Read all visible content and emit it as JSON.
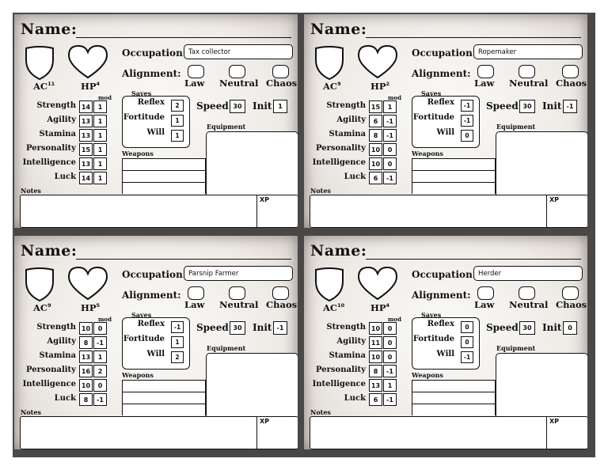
{
  "labels": {
    "name": "Name:",
    "occupation": "Occupation:",
    "alignment": "Alignment:",
    "law": "Law",
    "neutral": "Neutral",
    "chaos": "Chaos",
    "ac": "AC",
    "hp": "HP",
    "mod": "mod",
    "saves": "Saves",
    "speed": "Speed",
    "init": "Init",
    "equipment": "Equipment",
    "weapons": "Weapons",
    "notes": "Notes",
    "xp": "XP",
    "stats": [
      "Strength",
      "Agility",
      "Stamina",
      "Personality",
      "Intelligence",
      "Luck"
    ],
    "save_names": [
      "Reflex",
      "Fortitude",
      "Will"
    ]
  },
  "cards": [
    {
      "occupation": "Tax collector",
      "ac": "11",
      "hp": "4",
      "stats": [
        [
          "14",
          "1"
        ],
        [
          "13",
          "1"
        ],
        [
          "13",
          "1"
        ],
        [
          "15",
          "1"
        ],
        [
          "13",
          "1"
        ],
        [
          "14",
          "1"
        ]
      ],
      "saves": [
        "2",
        "1",
        "1"
      ],
      "speed": "30",
      "init": "1"
    },
    {
      "occupation": "Ropemaker",
      "ac": "9",
      "hp": "2",
      "stats": [
        [
          "15",
          "1"
        ],
        [
          "6",
          "-1"
        ],
        [
          "8",
          "-1"
        ],
        [
          "10",
          "0"
        ],
        [
          "10",
          "0"
        ],
        [
          "6",
          "-1"
        ]
      ],
      "saves": [
        "-1",
        "-1",
        "0"
      ],
      "speed": "30",
      "init": "-1"
    },
    {
      "occupation": "Parsnip Farmer",
      "ac": "9",
      "hp": "5",
      "stats": [
        [
          "10",
          "0"
        ],
        [
          "8",
          "-1"
        ],
        [
          "13",
          "1"
        ],
        [
          "16",
          "2"
        ],
        [
          "10",
          "0"
        ],
        [
          "8",
          "-1"
        ]
      ],
      "saves": [
        "-1",
        "1",
        "2"
      ],
      "speed": "30",
      "init": "-1"
    },
    {
      "occupation": "Herder",
      "ac": "10",
      "hp": "4",
      "stats": [
        [
          "10",
          "0"
        ],
        [
          "11",
          "0"
        ],
        [
          "10",
          "0"
        ],
        [
          "8",
          "-1"
        ],
        [
          "13",
          "1"
        ],
        [
          "6",
          "-1"
        ]
      ],
      "saves": [
        "0",
        "0",
        "-1"
      ],
      "speed": "30",
      "init": "0"
    }
  ]
}
